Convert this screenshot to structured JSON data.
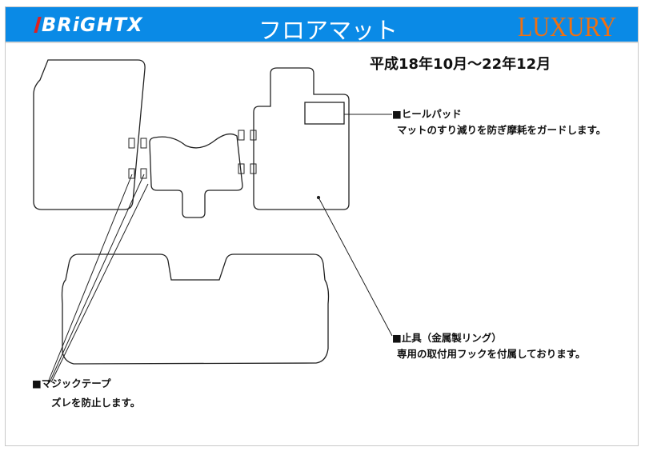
{
  "header": {
    "brand": "BRiGHTX",
    "title": "フロアマット",
    "grade": "LUXURY"
  },
  "period": "平成18年10月～22年12月",
  "callouts": [
    {
      "title": "■ヒールパッド",
      "desc": "マットのすり減りを防ぎ摩耗をガードします。"
    },
    {
      "title": "■止具（金属製リング）",
      "desc": "専用の取付用フックを付属しております。"
    },
    {
      "title": "■マジックテープ",
      "desc": "ズレを防止します。"
    }
  ],
  "colors": {
    "header": "#0a8ae6",
    "grade": "#f07010"
  }
}
